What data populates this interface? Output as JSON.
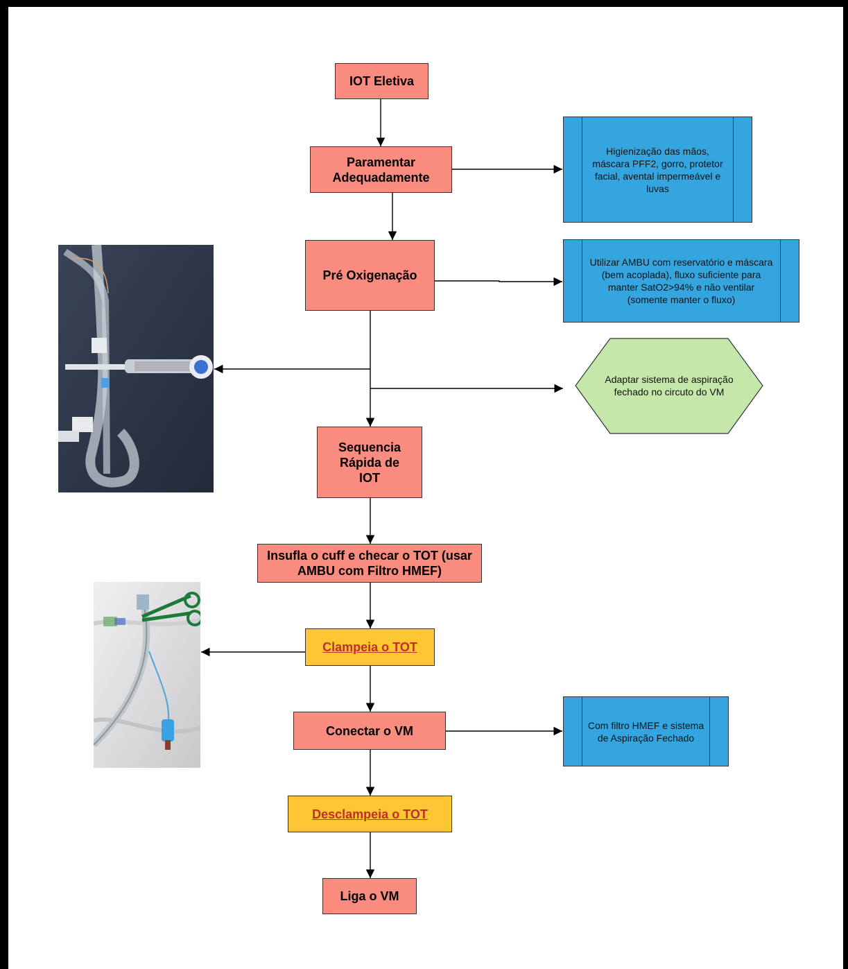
{
  "nodes": {
    "iot_eletiva": "IOT Eletiva",
    "paramentar": "Paramentar Adequadamente",
    "pre_oxigenacao": "Pré Oxigenação",
    "sequencia": "Sequencia Rápida de IOT",
    "insufla": "Insufla o cuff e checar o TOT (usar AMBU com Filtro HMEF)",
    "clampeia": "Clampeia o TOT",
    "conectar": "Conectar o VM",
    "desclampeia": "Desclampeia o TOT",
    "liga": "Liga o VM"
  },
  "notes": {
    "higienizacao": "Higienização das mãos, máscara PFF2, gorro, protetor facial, avental impermeável e luvas",
    "ambu": "Utilizar AMBU com reservatório e máscara (bem acoplada), fluxo suficiente para manter SatO2>94% e não ventilar (somente manter o fluxo)",
    "aspiracao": "Adaptar sistema de aspiração fechado no circuto do VM",
    "filtro": "Com filtro HMEF e sistema de Aspiração Fechado"
  },
  "colors": {
    "step": "#f98c7f",
    "clamp_step": "#fdc632",
    "note": "#35a5e0",
    "hexagon": "#c5e7a9"
  }
}
